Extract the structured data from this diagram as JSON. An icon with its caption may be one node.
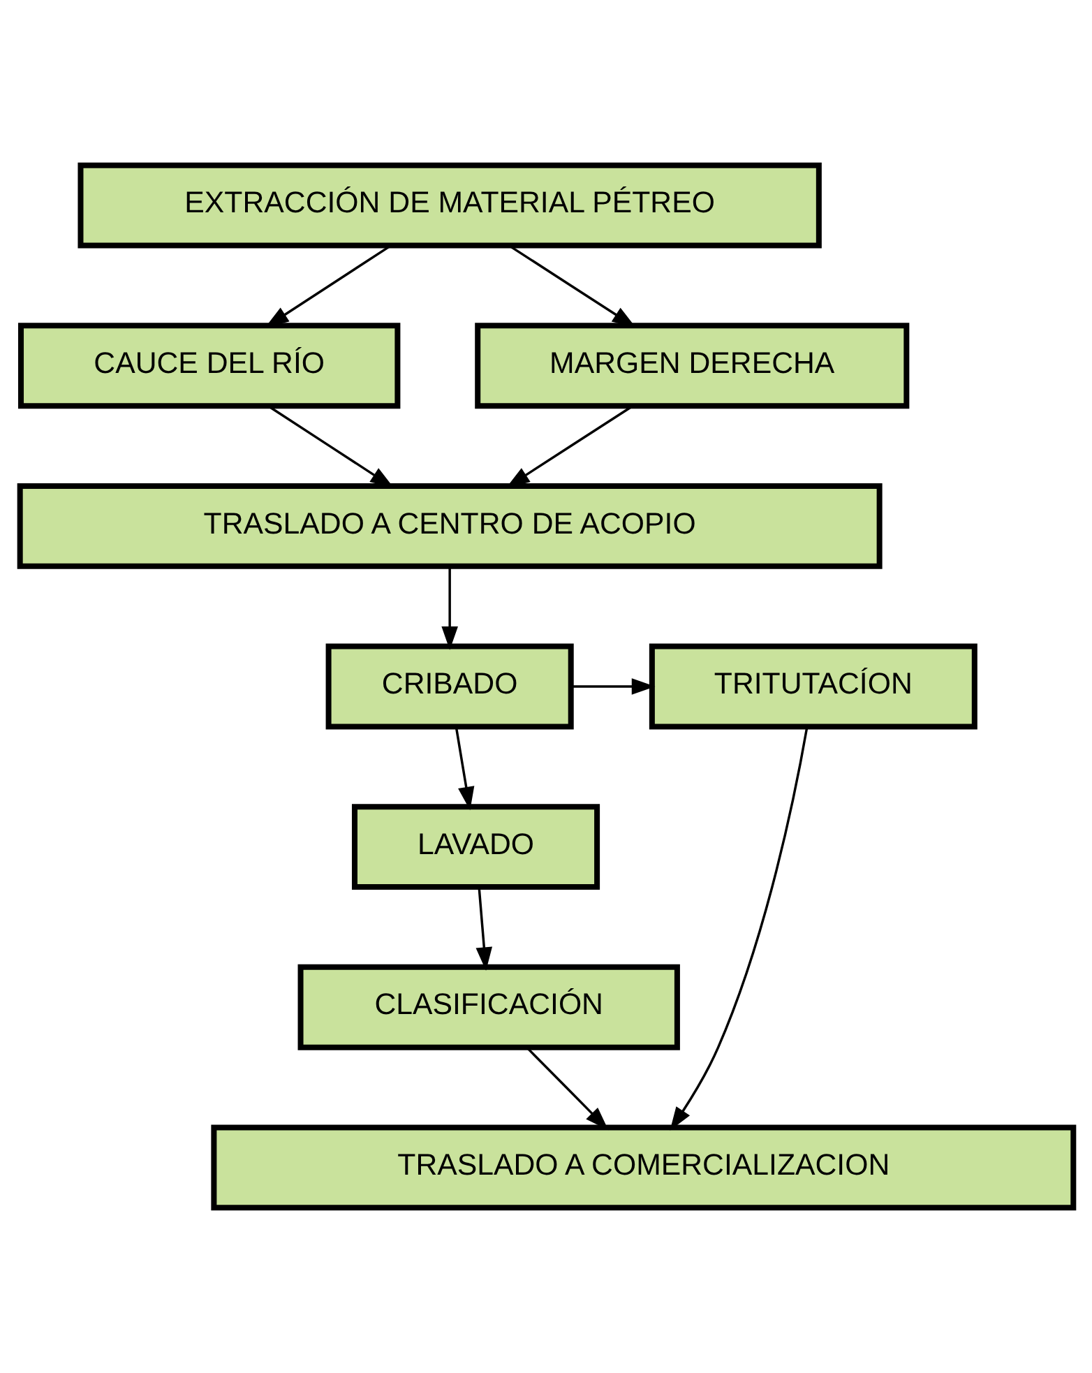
{
  "diagram": {
    "nodes": [
      {
        "text": [
          "EXTRACCIÓN DE MATERIAL PÉTREO"
        ]
      },
      {
        "text": [
          "CAUCE DEL RÍO"
        ]
      },
      {
        "text": [
          "MARGEN DERECHA"
        ]
      },
      {
        "text": [
          "TRASLADO A CENTRO DE ACOPIO"
        ]
      },
      {
        "text": [
          "CRIBADO"
        ]
      },
      {
        "text": [
          "TRITUTACÍON"
        ]
      },
      {
        "text": [
          "LAVADO"
        ]
      },
      {
        "text": [
          "CLASIFICACIÓN"
        ]
      },
      {
        "text": [
          "TRASLADO A COMERCIALIZACION"
        ]
      }
    ],
    "edges": [
      {
        "from": 0,
        "to": 1,
        "arrow": "to"
      },
      {
        "from": 0,
        "to": 2,
        "arrow": "to"
      },
      {
        "from": 1,
        "to": 3,
        "arrow": "to"
      },
      {
        "from": 2,
        "to": 3,
        "arrow": "to"
      },
      {
        "from": 3,
        "to": 4,
        "arrow": "to"
      },
      {
        "from": 4,
        "to": 5,
        "arrow": "to"
      },
      {
        "from": 4,
        "to": 6,
        "arrow": "to"
      },
      {
        "from": 6,
        "to": 7,
        "arrow": "to"
      },
      {
        "from": 7,
        "to": 8,
        "arrow": "to"
      },
      {
        "from": 5,
        "to": 8,
        "arrow": "to"
      }
    ]
  }
}
